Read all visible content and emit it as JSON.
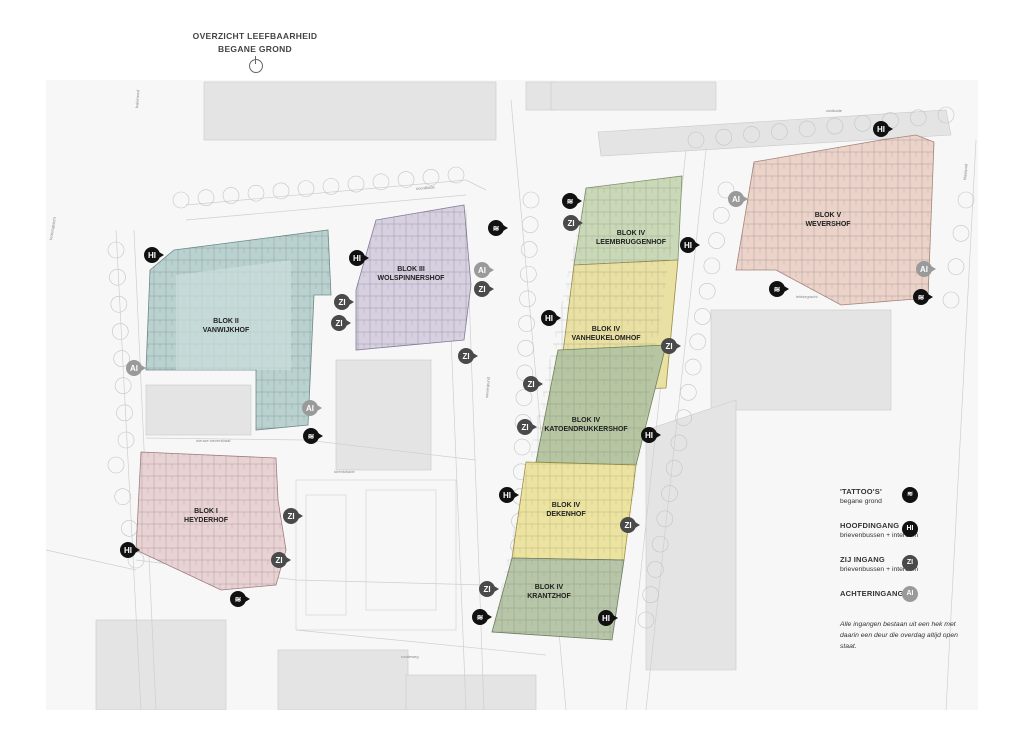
{
  "header": {
    "title_line1": "OVERZICHT LEEFBAARHEID",
    "title_line2": "BEGANE GROND"
  },
  "blocks": {
    "blok2": {
      "line1": "BLOK II",
      "line2": "VANWIJKHOF",
      "color": "#b9d2d0"
    },
    "blok3": {
      "line1": "BLOK III",
      "line2": "WOLSPINNERSHOF",
      "color": "#d6d0e0"
    },
    "blok1": {
      "line1": "BLOK I",
      "line2": "HEYDERHOF",
      "color": "#e9d2d4"
    },
    "blok5": {
      "line1": "BLOK V",
      "line2": "WEVERSHOF",
      "color": "#ecd3c9"
    },
    "blok4a": {
      "line1": "BLOK IV",
      "line2": "LEEMBRUGGENHOF",
      "color": "#c9d8b7"
    },
    "blok4b": {
      "line1": "BLOK IV",
      "line2": "VANHEUKELOMHOF",
      "color": "#e9e0a3"
    },
    "blok4c": {
      "line1": "BLOK IV",
      "line2": "KATOENDRUKKERSHOF",
      "color": "#b7c6a2"
    },
    "blok4d": {
      "line1": "BLOK IV",
      "line2": "DEKENHOF",
      "color": "#ece3a0"
    },
    "blok4e": {
      "line1": "BLOK IV",
      "line2": "KRANTZHOF",
      "color": "#b7c6a8"
    }
  },
  "markers": {
    "hi": "HI",
    "zi": "ZI",
    "ai": "AI",
    "tattoo": "≋"
  },
  "streets": {
    "s1": "looiersgracht",
    "s2": "nieuwe weverstraat",
    "s3": "baleinwerf",
    "s4": "wevergrund",
    "s5": "lorentzkade",
    "s6": "noordkade",
    "s7": "leidsegracht",
    "s8": "zuidkade",
    "s9": "roodeweg",
    "s10": "klaaspad"
  },
  "legend": {
    "tattoo_title": "'TATTOO'S'",
    "tattoo_sub": "begane grond",
    "hi_title": "HOOFDINGANG",
    "hi_sub": "brievenbussen + intercom",
    "zi_title": "ZIJ INGANG",
    "zi_sub": "brievenbussen + intercom",
    "ai_title": "ACHTERINGANG",
    "note": "Alle ingangen bestaan uit een hek met daarin een deur die overdag altijd open staat."
  },
  "colors": {
    "hi": "#111111",
    "zi": "#4a4a4a",
    "ai": "#9a9a9a",
    "road": "#f3f3f3",
    "building": "#e2e2e2"
  }
}
